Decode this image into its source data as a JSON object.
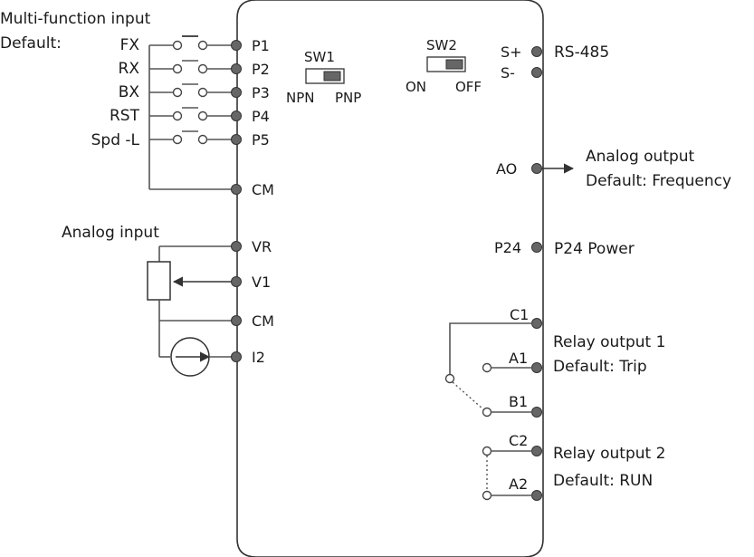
{
  "inputs_header": {
    "title": "Multi-function input",
    "default_label": "Default:"
  },
  "input_functions": [
    "FX",
    "RX",
    "BX",
    "RST",
    "Spd -L"
  ],
  "input_terminals": [
    "P1",
    "P2",
    "P3",
    "P4",
    "P5"
  ],
  "common_terminal_1": "CM",
  "sw1": {
    "label": "SW1",
    "left": "NPN",
    "right": "PNP"
  },
  "sw2": {
    "label": "SW2",
    "left": "ON",
    "right": "OFF"
  },
  "analog_input": {
    "title": "Analog input",
    "terminals": [
      "VR",
      "V1",
      "CM",
      "I2"
    ]
  },
  "rs485": {
    "pos": "S+",
    "neg": "S-",
    "label": "RS-485"
  },
  "analog_output": {
    "terminal": "AO",
    "title": "Analog output",
    "default": "Default: Frequency"
  },
  "power": {
    "terminal": "P24",
    "label": "P24 Power"
  },
  "relay1": {
    "terminals": [
      "C1",
      "A1",
      "B1"
    ],
    "title": "Relay output 1",
    "default": "Default: Trip"
  },
  "relay2": {
    "terminals": [
      "C2",
      "A2"
    ],
    "title": "Relay output 2",
    "default": "Default: RUN"
  }
}
